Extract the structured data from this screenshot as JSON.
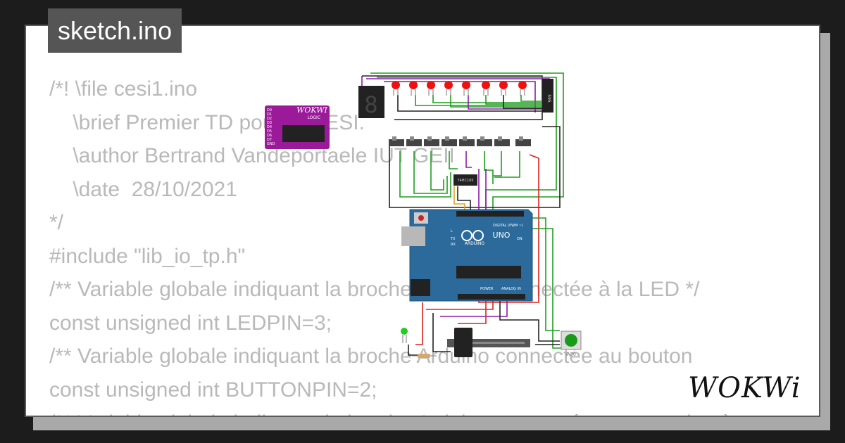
{
  "sketch": {
    "filename": "sketch.ino"
  },
  "code_lines": [
    "/*! \\file cesi1.ino",
    "    \\brief Premier TD pour le CESI.",
    "    \\author Bertrand Vandeportaele IUT GEII",
    "    \\date  28/10/2021",
    "*/",
    "#include \"lib_io_tp.h\"",
    "/** Variable globale indiquant la broche Arduino connectée à la LED */",
    "const unsigned int LEDPIN=3;",
    "/** Variable globale indiquant la broche Arduino connectée au bouton",
    "const unsigned int BUTTONPIN=2;",
    "/** Variable globale indiquant la broche Arduino connectée au potentiomètre"
  ],
  "circuit": {
    "logic_analyzer": {
      "brand": "WOKWI",
      "label": "LOGIC",
      "pins": [
        "D0",
        "D1",
        "D2",
        "D3",
        "D4",
        "D5",
        "D6",
        "D7",
        "GND"
      ]
    },
    "arduino": {
      "brand": "ARDUINO",
      "model": "UNO",
      "digital_label": "DIGITAL (PWM ~)",
      "power_label": "POWER",
      "analog_label": "ANALOG IN",
      "on_label": "ON",
      "tx_label": "TX",
      "rx_label": "RX",
      "l_label": "L"
    },
    "shift_register_chip": {
      "label": "74HC165"
    },
    "output_chip": {
      "label": "595"
    },
    "button": {
      "label": "INT0"
    }
  },
  "colors": {
    "background": "#1c1c1c",
    "card": "#ffffff",
    "tab": "#555555",
    "code_text": "#b9b9b9",
    "arduino_blue": "#2b6a9a",
    "wire_green": "#1e9e1e",
    "wire_red": "#e02020",
    "wire_purple": "#8a1aa8",
    "analyzer_purple": "#9b1a9a"
  },
  "brand_logo": {
    "text": "WOKWi"
  }
}
